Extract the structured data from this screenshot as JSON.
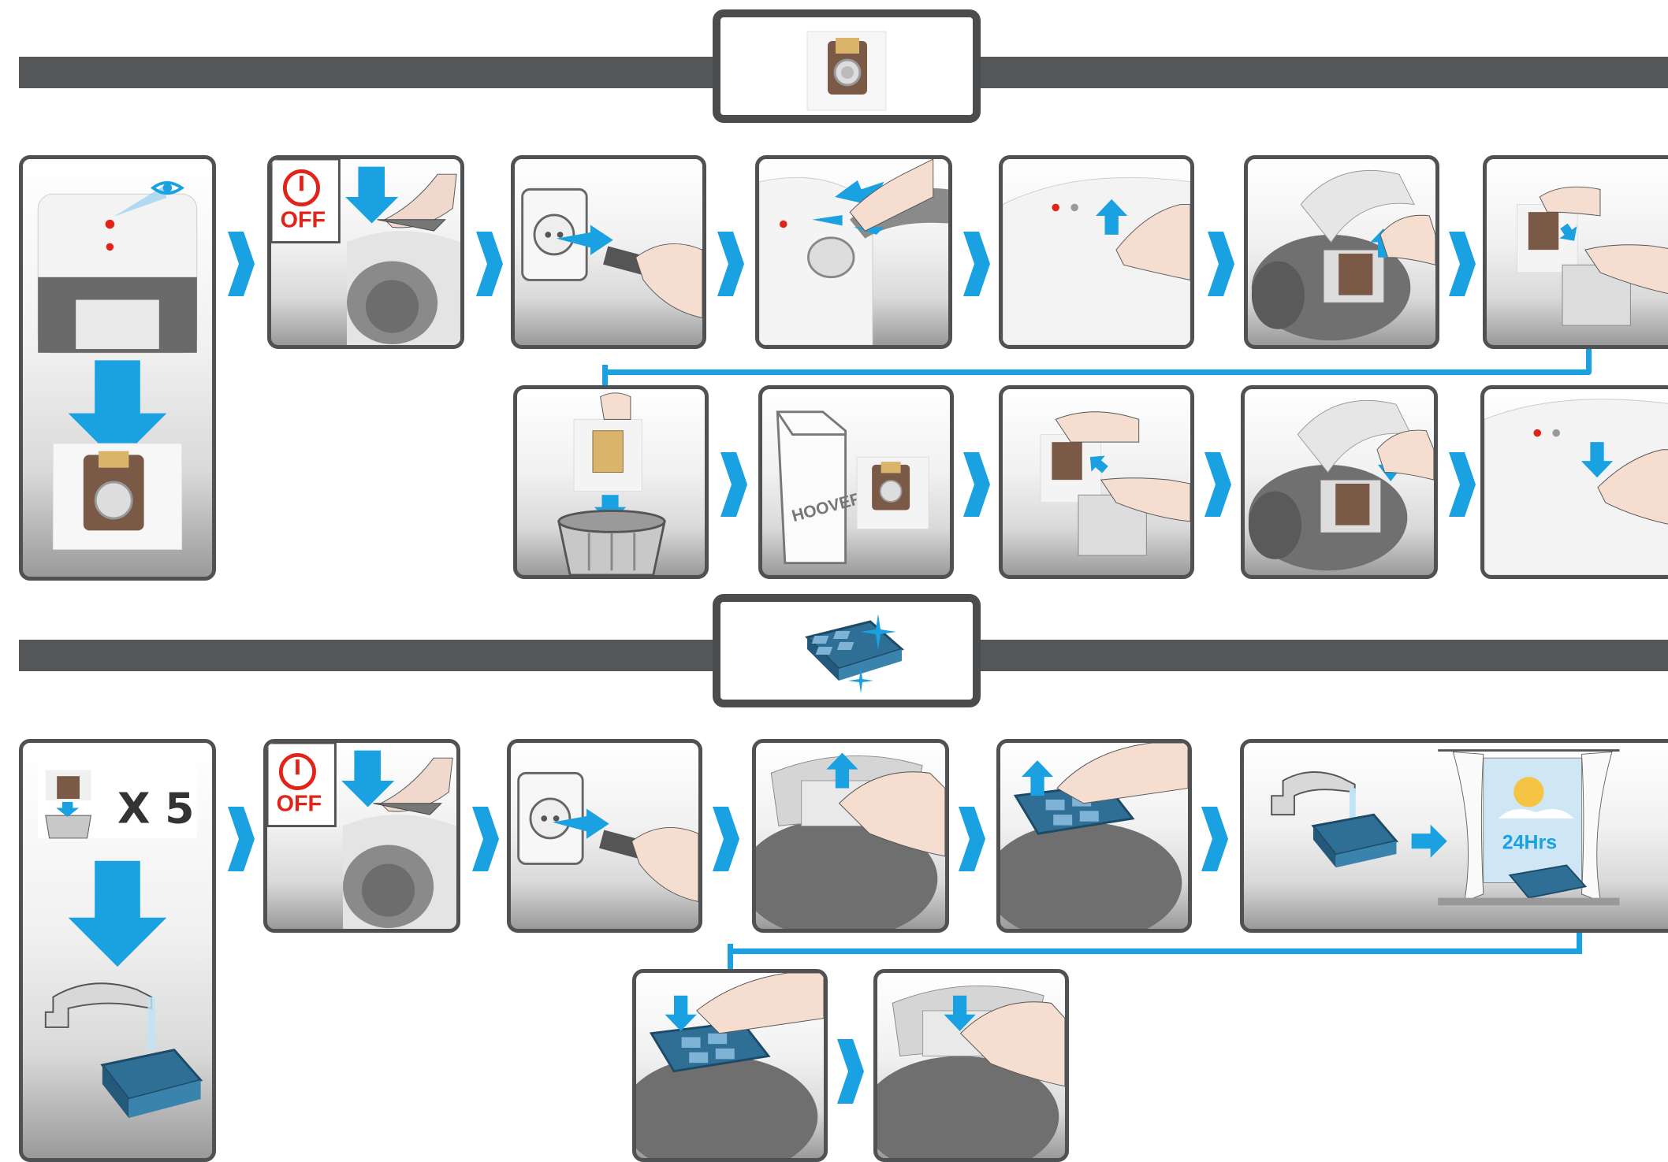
{
  "labels": {
    "off": "OFF",
    "brand": "HOOVER",
    "times": "X 5",
    "hours": "24Hrs"
  },
  "colors": {
    "accent_blue": "#1aa1e2",
    "frame_gray": "#4f5153",
    "bar_gray": "#555759",
    "power_red": "#e2231a",
    "filter_blue": "#2f6e95"
  },
  "sections": [
    {
      "icon": "dust-bag-icon",
      "steps": 12
    },
    {
      "icon": "filter-icon",
      "steps": 8
    }
  ]
}
